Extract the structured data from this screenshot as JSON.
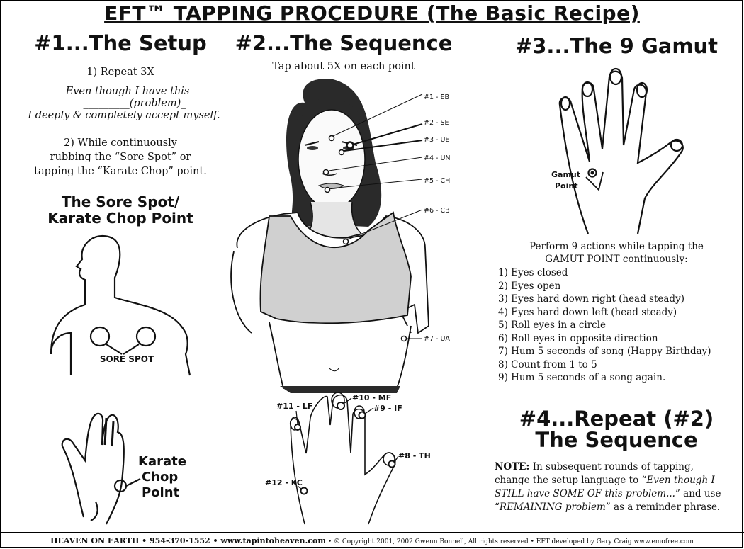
{
  "title": "EFT™ TAPPING PROCEDURE (The Basic Recipe)",
  "setup": {
    "heading": "#1...The Setup",
    "step1": "1) Repeat 3X",
    "affirm_line1": "Even though I have this",
    "affirm_line2": "_________(problem)_",
    "affirm_line3": "I deeply & completely accept myself.",
    "step2_line1": "2) While continuously",
    "step2_line2": "rubbing the “Sore Spot” or",
    "step2_line3": "tapping the “Karate Chop” point.",
    "subheading_line1": "The Sore Spot/",
    "subheading_line2": "Karate Chop Point",
    "sore_spot_label": "SORE SPOT",
    "karate_label_1": "Karate",
    "karate_label_2": "Chop",
    "karate_label_3": "Point"
  },
  "sequence": {
    "heading": "#2...The Sequence",
    "subtitle": "Tap about 5X on each point",
    "points": [
      "#1 - EB",
      "#2 - SE",
      "#3 - UE",
      "#4 - UN",
      "#5 - CH",
      "#6 - CB",
      "#7 - UA"
    ],
    "hand_points": [
      "#10 - MF",
      "#11 - LF",
      "#9 - IF",
      "#8 - TH",
      "#12 - KC"
    ]
  },
  "gamut": {
    "heading": "#3...The 9 Gamut",
    "point_label_1": "Gamut",
    "point_label_2": "Point",
    "intro_line1": "Perform 9 actions while tapping the",
    "intro_line2": "GAMUT POINT continuously:",
    "actions": [
      "1) Eyes closed",
      "2) Eyes open",
      "3) Eyes hard down right (head steady)",
      "4) Eyes hard down left (head steady)",
      "5) Roll eyes in a circle",
      "6) Roll eyes in opposite direction",
      "7) Hum 5 seconds of song (Happy Birthday)",
      "8) Count from 1 to 5",
      "9) Hum 5 seconds of a song again."
    ]
  },
  "repeat": {
    "heading_line1": "#4...Repeat (#2)",
    "heading_line2": "The Sequence",
    "note_label": "NOTE:",
    "note_text1": " In subsequent rounds of tapping,",
    "note_text2": "change the setup language to “",
    "note_ital1": "Even though I",
    "note_ital2": "STILL have SOME OF this problem...",
    "note_text3": "” and use",
    "note_text4": "“",
    "note_ital3": "REMAINING problem",
    "note_text5": "” as a reminder phrase."
  },
  "footer": {
    "org": "HEAVEN ON EARTH • 954-370-1552 • www.tapintoheaven.com",
    "copyright": " • © Copyright 2001, 2002 Gwenn Bonnell, All rights reserved • EFT developed by Gary Craig www.emofree.com"
  }
}
